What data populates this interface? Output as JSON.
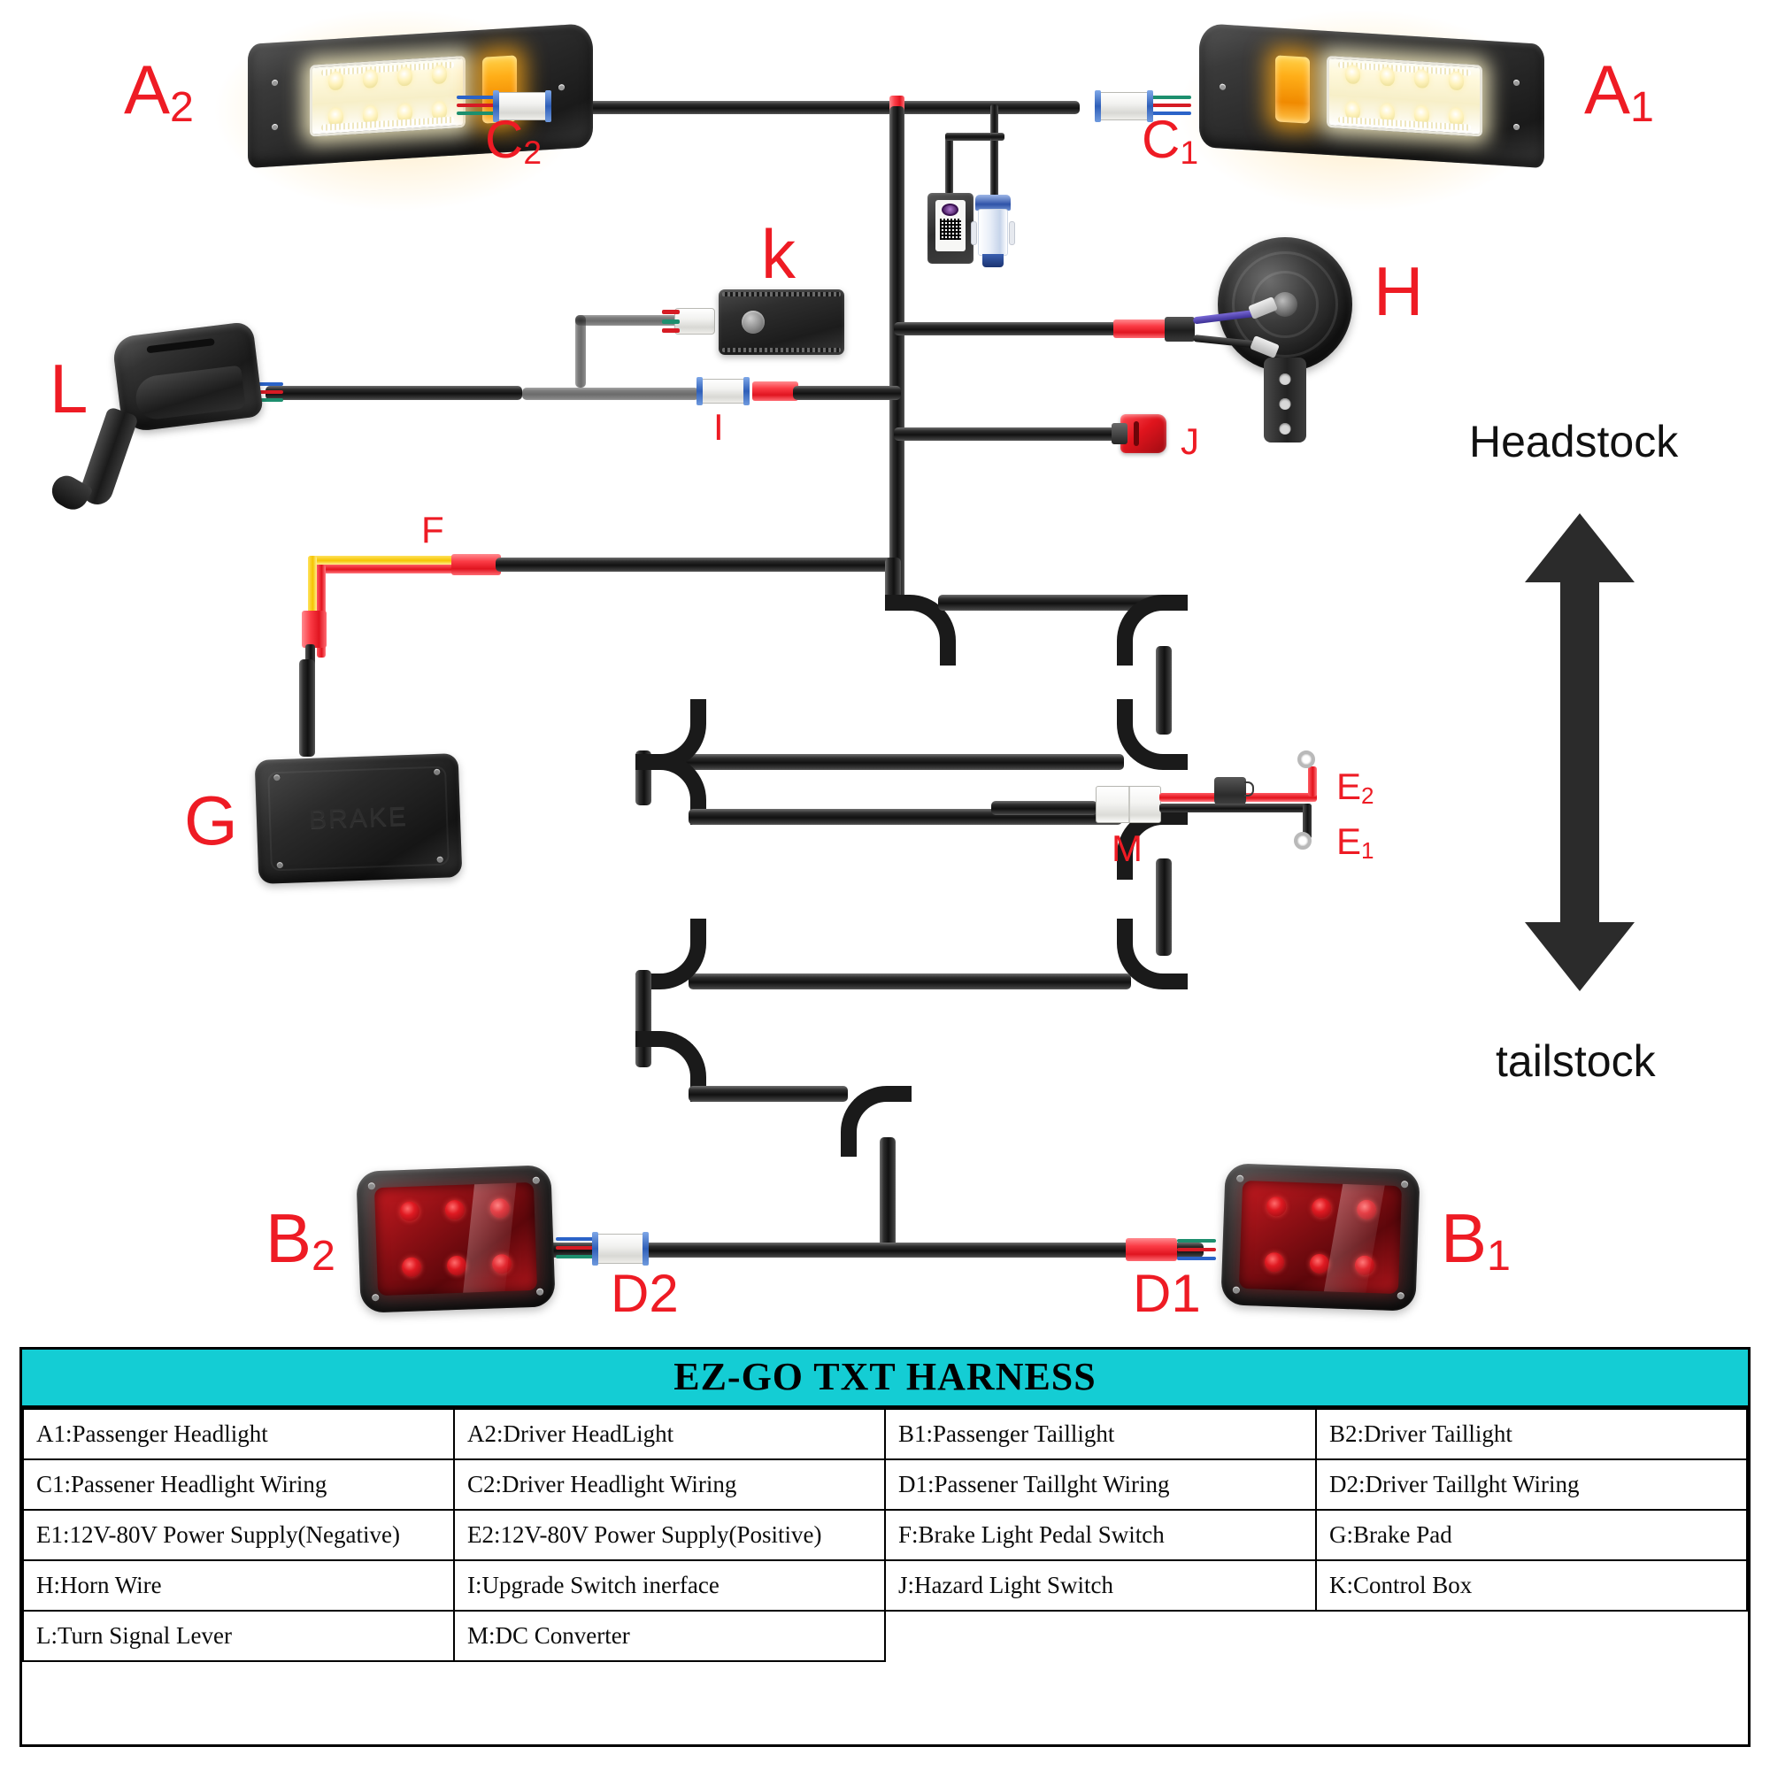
{
  "diagram": {
    "title": "EZ-GO TXT HARNESS",
    "orientation": {
      "top_label": "Headstock",
      "bottom_label": "tailstock"
    },
    "component_refs": {
      "a1": "A",
      "a1_sub": "1",
      "a2": "A",
      "a2_sub": "2",
      "b1": "B",
      "b1_sub": "1",
      "b2": "B",
      "b2_sub": "2",
      "c1": "C",
      "c1_sub": "1",
      "c2": "C",
      "c2_sub": "2",
      "d1": "D1",
      "d2": "D2",
      "e1": "E",
      "e1_sub": "1",
      "e2": "E",
      "e2_sub": "2",
      "f": "F",
      "g": "G",
      "h": "H",
      "i": "I",
      "j": "J",
      "k": "k",
      "l": "L",
      "m": "M"
    },
    "colors": {
      "ref_red": "#ee1b24",
      "title_bg": "#14cdd4",
      "cable_black": "#111111",
      "marker_red": "#e01520",
      "wire_yellow": "#f5c400",
      "amber_lens": "#ffae18",
      "taillight_red": "#c31a20"
    }
  },
  "legend": {
    "title": "EZ-GO TXT HARNESS",
    "rows": [
      [
        "A1:Passenger Headlight",
        "A2:Driver HeadLight",
        "B1:Passenger Taillight",
        "B2:Driver Taillight"
      ],
      [
        "C1:Passener Headlight Wiring",
        "C2:Driver Headlight Wiring",
        "D1:Passener Taillght Wiring",
        "D2:Driver Taillght Wiring"
      ],
      [
        "E1:12V-80V Power Supply(Negative)",
        "E2:12V-80V Power Supply(Positive)",
        "F:Brake Light Pedal Switch",
        "G:Brake Pad"
      ],
      [
        "H:Horn Wire",
        "I:Upgrade Switch inerface",
        "J:Hazard Light Switch",
        "K:Control Box"
      ],
      [
        "L:Turn Signal Lever",
        "M:DC Converter",
        "",
        ""
      ]
    ]
  }
}
